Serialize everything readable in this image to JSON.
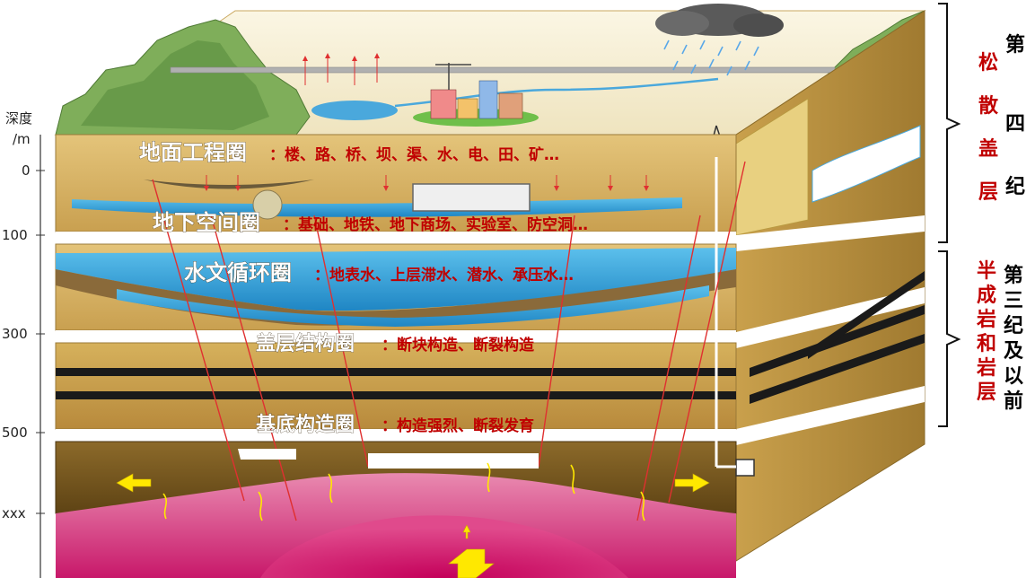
{
  "depth_axis": {
    "title_top": "深度",
    "title_bottom": "/m",
    "ticks": [
      "0",
      "100",
      "300",
      "500",
      "xxx"
    ]
  },
  "zones": [
    {
      "name": "地面工程圈",
      "desc": "：楼、路、桥、坝、渠、水、电、田、矿…"
    },
    {
      "name": "地下空间圈",
      "desc": "：基础、地铁、地下商场、实验室、防空洞…"
    },
    {
      "name": "水文循环圈",
      "desc": "：地表水、上层滞水、潜水、承压水…"
    },
    {
      "name": "盖层结构圈",
      "desc": "：断块构造、断裂构造"
    },
    {
      "name": "基底构造圈",
      "desc": "：构造强烈、断裂发育"
    }
  ],
  "strata_labels": {
    "quaternary": {
      "period": [
        "第",
        "四",
        "纪"
      ],
      "type": [
        "松",
        "散",
        "盖",
        "层"
      ]
    },
    "tertiary": {
      "period": [
        "第",
        "三",
        "纪",
        "及",
        "以",
        "前"
      ],
      "type": [
        "半",
        "成",
        "岩",
        "和",
        "岩",
        "层"
      ]
    }
  },
  "colors": {
    "label_red": "#c00000",
    "soil": "#d9b56a",
    "water": "#3aa0d8",
    "magma": "#d4317a",
    "basement": "#7a5a1e",
    "fault": "#e03030"
  }
}
